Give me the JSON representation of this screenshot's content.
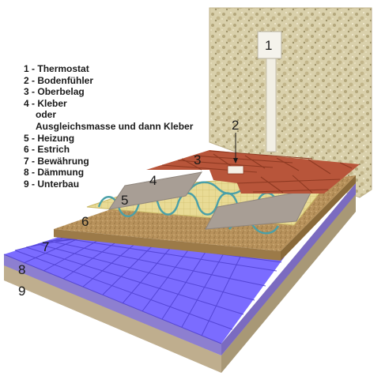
{
  "legend": [
    {
      "num": "1",
      "text": "Thermostat"
    },
    {
      "num": "2",
      "text": "Bodenfühler"
    },
    {
      "num": "3",
      "text": "Oberbelag"
    },
    {
      "num": "4",
      "text": "Kleber",
      "continuation": [
        "oder",
        "Ausgleichsmasse und dann Kleber"
      ]
    },
    {
      "num": "5",
      "text": "Heizung"
    },
    {
      "num": "6",
      "text": "Estrich"
    },
    {
      "num": "7",
      "text": "Bewährung"
    },
    {
      "num": "8",
      "text": "Dämmung"
    },
    {
      "num": "9",
      "text": "Unterbau"
    }
  ],
  "legend_separator": " - ",
  "callouts": [
    "1",
    "2",
    "3",
    "4",
    "5",
    "6",
    "7",
    "8",
    "9"
  ],
  "colors": {
    "wall": "#d8cfa8",
    "tiles": "#b8553a",
    "adhesive": "#a89e95",
    "heating_mat": "#e8d890",
    "heating_cable": "#4aa0a8",
    "screed": "#b8925c",
    "reinforcement_grid": "#7b6cff",
    "insulation": "#9a8ad8",
    "base": "#c9b89a"
  }
}
